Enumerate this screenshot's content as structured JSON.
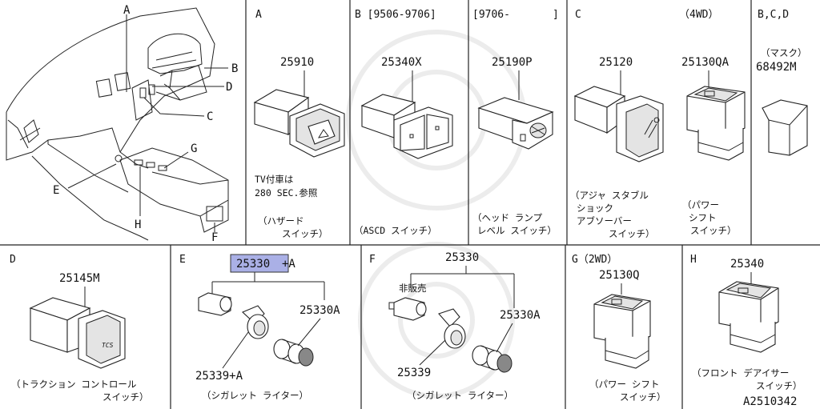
{
  "diagram_code": "A2510342",
  "highlight_color": "#aab0e6",
  "overview": {
    "callouts": [
      "A",
      "B",
      "C",
      "D",
      "E",
      "F",
      "G",
      "H"
    ]
  },
  "panels": [
    {
      "id": "A",
      "header": "A",
      "part": "25910",
      "note_line1": "TV付車は",
      "note_line2": "280 SEC.参照",
      "caption_line1": "（ハザード",
      "caption_line2": "スイッチ）"
    },
    {
      "id": "B1",
      "header": "B [9506-9706]",
      "part": "25340X",
      "caption_line1": "（ASCD スイッチ）"
    },
    {
      "id": "B2",
      "header": "[9706-",
      "header_end": "]",
      "part": "25190P",
      "caption_line1": "（ヘッド ランプ",
      "caption_line2": "レベル スイッチ）"
    },
    {
      "id": "C1",
      "header": "C",
      "part": "25120",
      "caption_line1": "（アジャ スタブル",
      "caption_line2": "ショック",
      "caption_line3": "アブソーバー",
      "caption_line4": "スイッチ）"
    },
    {
      "id": "C2",
      "header": "（4WD）",
      "part": "25130QA",
      "caption_line1": "（パワー",
      "caption_line2": "シフト",
      "caption_line3": "スイッチ）"
    },
    {
      "id": "BCD",
      "header": "B,C,D",
      "part_note": "（マスク）",
      "part": "68492M"
    },
    {
      "id": "D",
      "header": "D",
      "part": "25145M",
      "part_mark": "TCS",
      "caption_line1": "（トラクション コントロール",
      "caption_line2": "スイッチ）"
    },
    {
      "id": "E",
      "header": "E",
      "part_main": "25330",
      "part_main_suffix": "+A",
      "part_a": "25330A",
      "part_b": "25339+A",
      "caption_line1": "（シガレット ライター）"
    },
    {
      "id": "F",
      "header": "F",
      "part_main": "25330",
      "part_note": "非販売",
      "part_a": "25330A",
      "part_b": "25339",
      "caption_line1": "（シガレット ライター）"
    },
    {
      "id": "G",
      "header": "G（2WD）",
      "part": "25130Q",
      "caption_line1": "（パワー シフト",
      "caption_line2": "スイッチ）"
    },
    {
      "id": "H",
      "header": "H",
      "part": "25340",
      "caption_line1": "（フロント デアイサー",
      "caption_line2": "スイッチ）"
    }
  ]
}
